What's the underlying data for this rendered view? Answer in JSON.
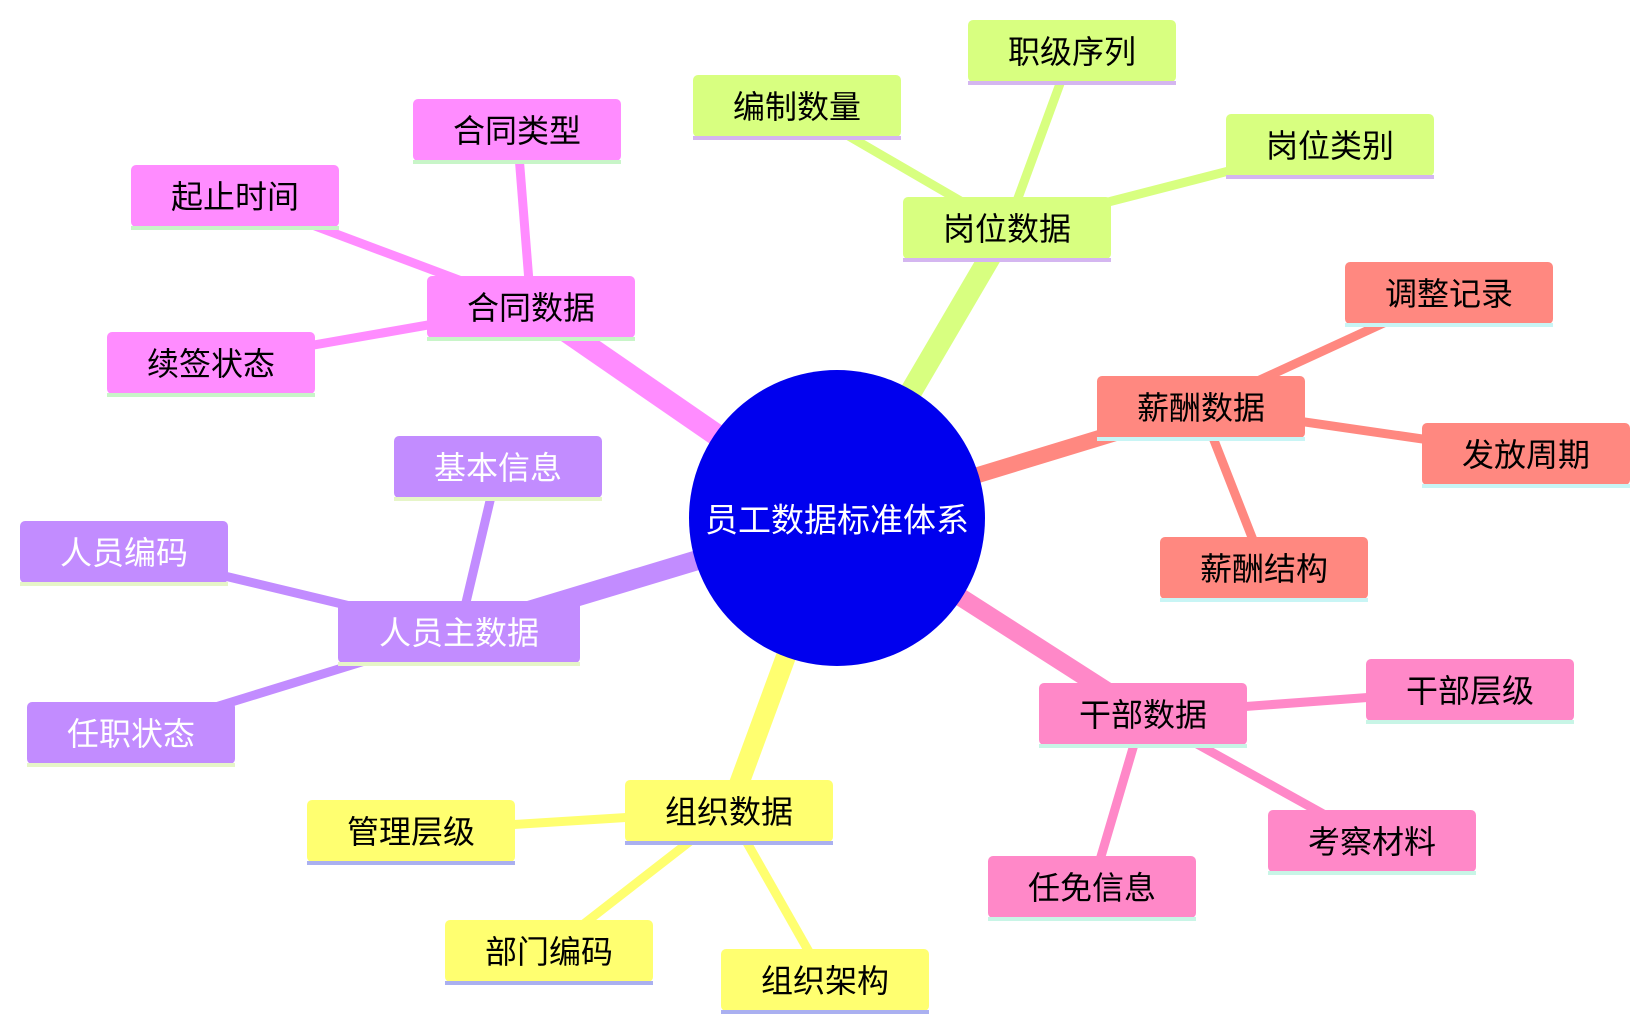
{
  "center": {
    "label": "员工数据标准体系",
    "color": "#0000ee"
  },
  "branches": [
    {
      "label": "合同数据",
      "color": "#ff8cff",
      "text_color": "#000000",
      "underline": "#c8f5c8",
      "children": [
        {
          "label": "合同类型"
        },
        {
          "label": "起止时间"
        },
        {
          "label": "续签状态"
        }
      ]
    },
    {
      "label": "岗位数据",
      "color": "#d8ff80",
      "text_color": "#000000",
      "underline": "#d4b6f0",
      "children": [
        {
          "label": "编制数量"
        },
        {
          "label": "职级序列"
        },
        {
          "label": "岗位类别"
        }
      ]
    },
    {
      "label": "薪酬数据",
      "color": "#ff8880",
      "text_color": "#000000",
      "underline": "#c8f5f5",
      "children": [
        {
          "label": "调整记录"
        },
        {
          "label": "发放周期"
        },
        {
          "label": "薪酬结构"
        }
      ]
    },
    {
      "label": "干部数据",
      "color": "#ff88c8",
      "text_color": "#000000",
      "underline": "#c8f5e6",
      "children": [
        {
          "label": "干部层级"
        },
        {
          "label": "考察材料"
        },
        {
          "label": "任免信息"
        }
      ]
    },
    {
      "label": "组织数据",
      "color": "#ffff70",
      "text_color": "#000000",
      "underline": "#aab0f0",
      "children": [
        {
          "label": "管理层级"
        },
        {
          "label": "部门编码"
        },
        {
          "label": "组织架构"
        }
      ]
    },
    {
      "label": "人员主数据",
      "color": "#c28cff",
      "text_color": "#ffffff",
      "underline": "#e6f5c8",
      "children": [
        {
          "label": "基本信息"
        },
        {
          "label": "人员编码"
        },
        {
          "label": "任职状态"
        }
      ]
    }
  ]
}
